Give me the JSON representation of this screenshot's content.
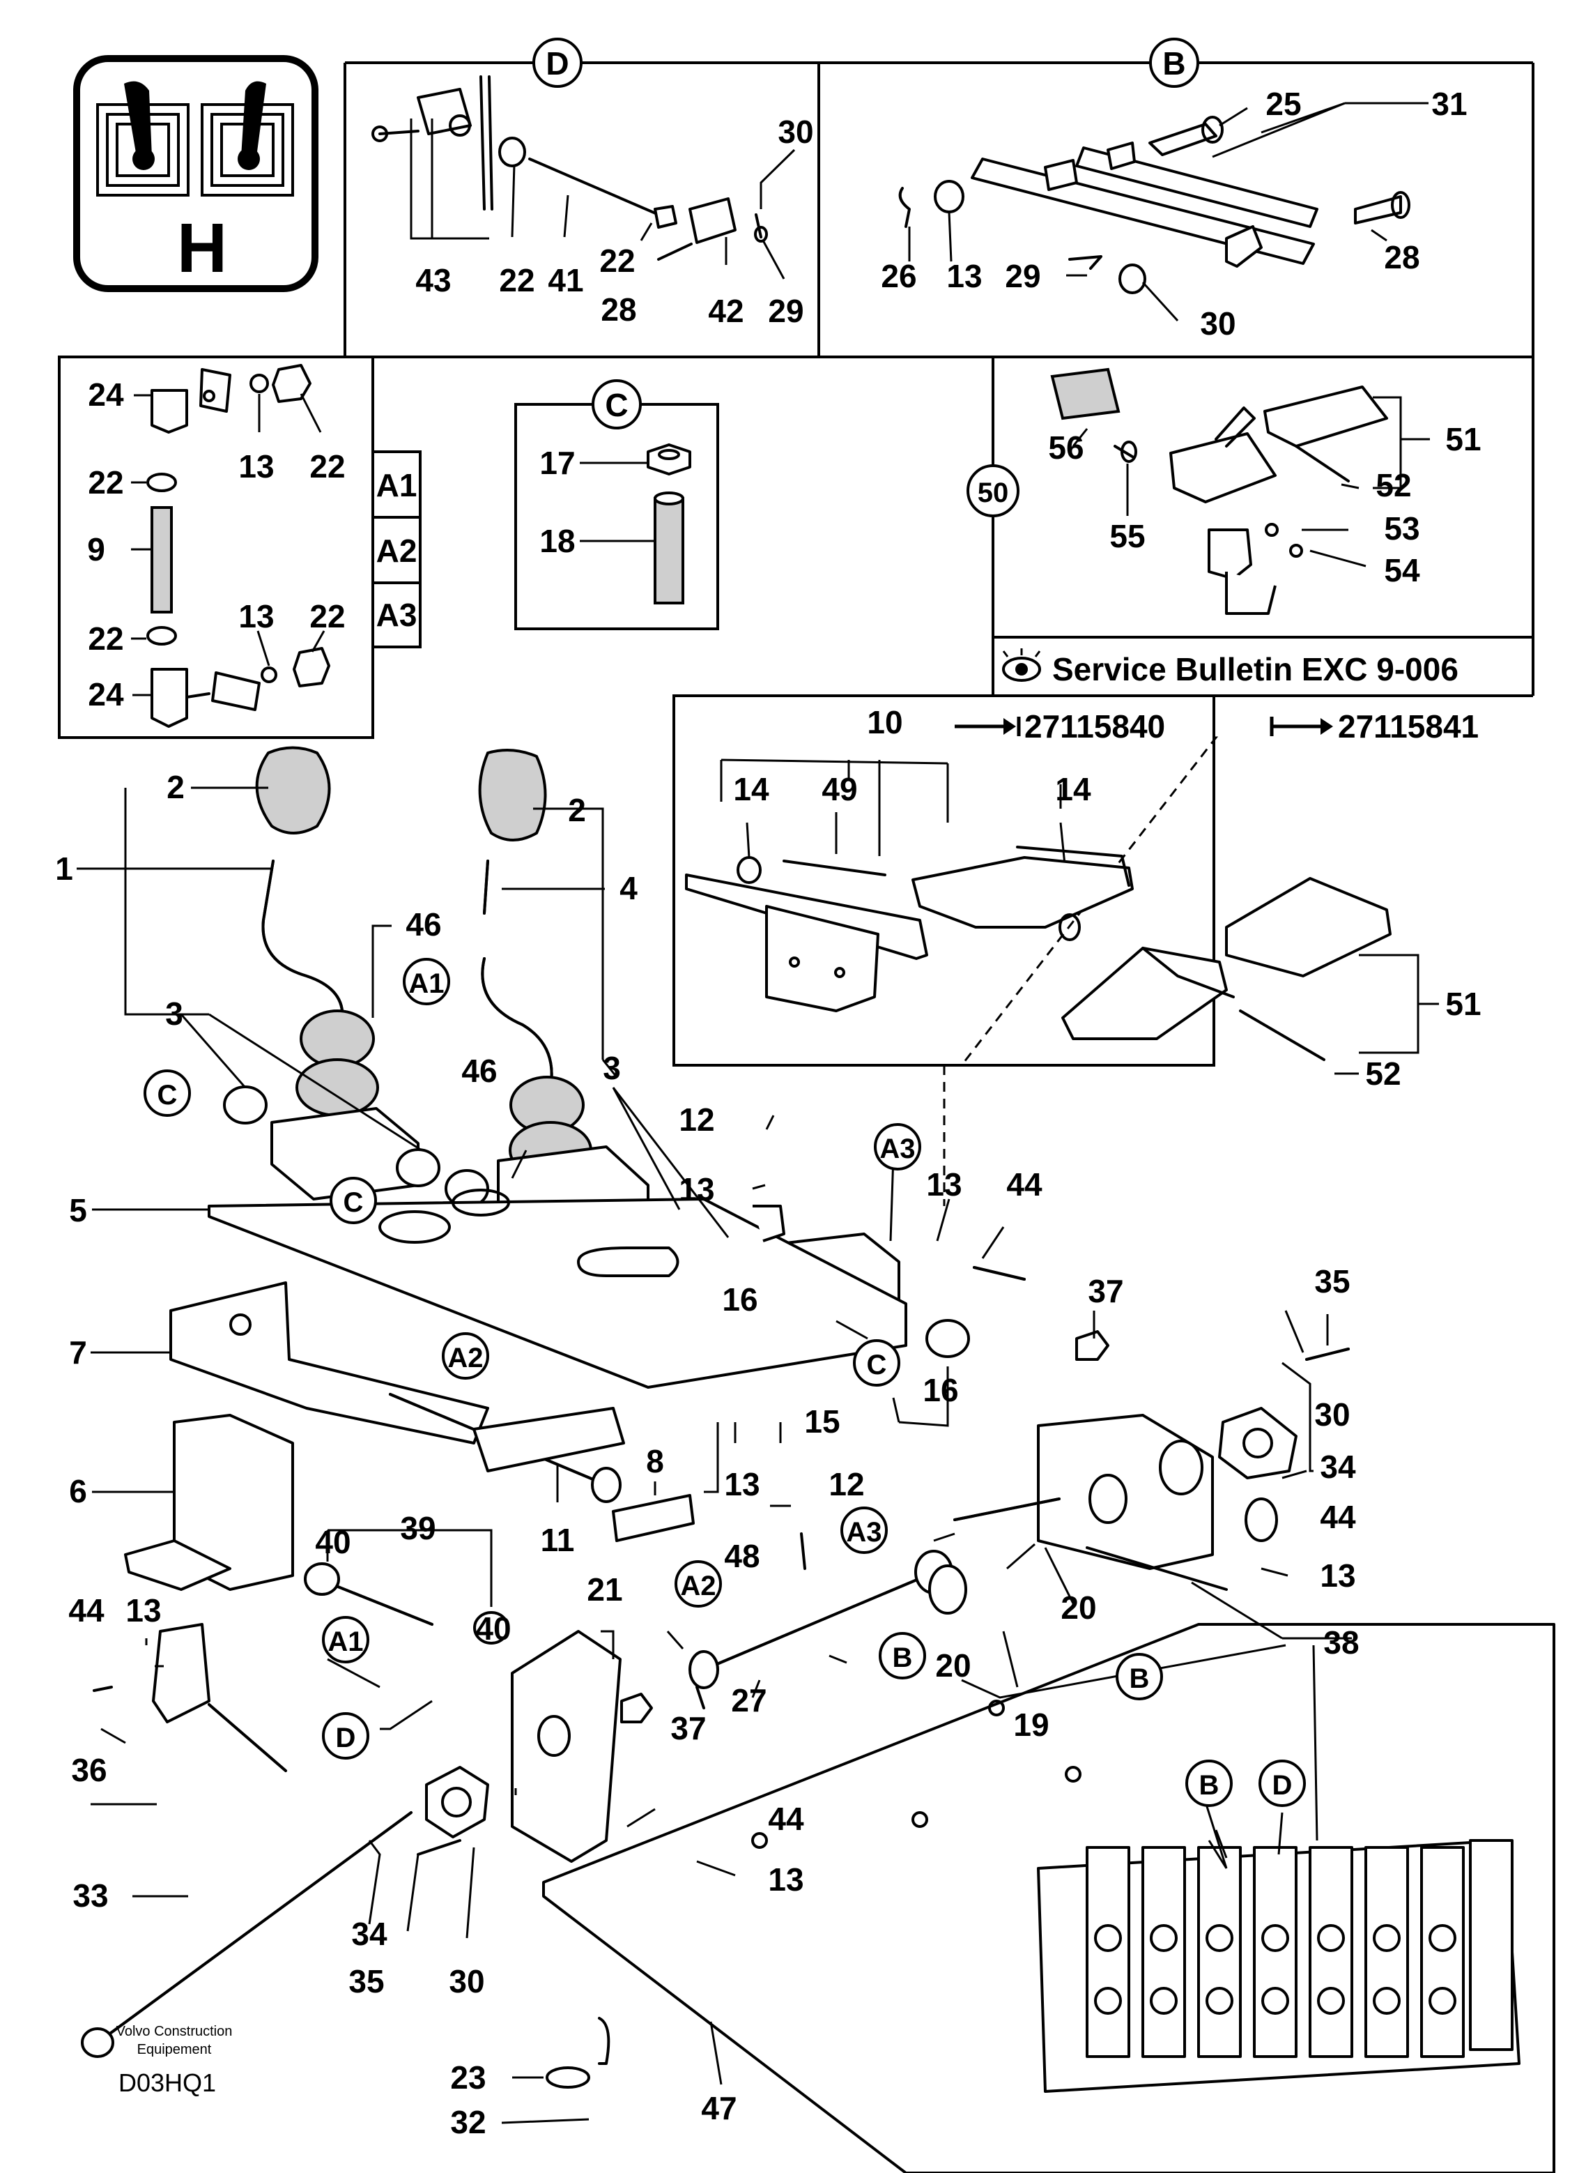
{
  "doc": {
    "code": "D03HQ1",
    "publisher_line1": "Volvo Construction",
    "publisher_line2": "Equipement"
  },
  "badge": {
    "letter": "H",
    "icon": "joystick-pair-icon"
  },
  "bulletin": {
    "icon": "eye-icon",
    "text": "Service Bulletin EXC 9-006"
  },
  "serials": {
    "upto": "27115840",
    "from": "27115841"
  },
  "callouts": {
    "A1": "A1",
    "A2": "A2",
    "A3": "A3",
    "B": "B",
    "C": "C",
    "D": "D"
  },
  "parts": {
    "p1": "1",
    "p2": "2",
    "p3": "3",
    "p4": "4",
    "p5": "5",
    "p6": "6",
    "p7": "7",
    "p8": "8",
    "p9": "9",
    "p10": "10",
    "p11": "11",
    "p12": "12",
    "p13": "13",
    "p14": "14",
    "p15": "15",
    "p16": "16",
    "p17": "17",
    "p18": "18",
    "p19": "19",
    "p20": "20",
    "p21": "21",
    "p22": "22",
    "p23": "23",
    "p24": "24",
    "p25": "25",
    "p26": "26",
    "p27": "27",
    "p28": "28",
    "p29": "29",
    "p30": "30",
    "p31": "31",
    "p32": "32",
    "p33": "33",
    "p34": "34",
    "p35": "35",
    "p36": "36",
    "p37": "37",
    "p38": "38",
    "p39": "39",
    "p40": "40",
    "p41": "41",
    "p42": "42",
    "p43": "43",
    "p44": "44",
    "p46": "46",
    "p47": "47",
    "p48": "48",
    "p49": "49",
    "p50": "50",
    "p51": "51",
    "p52": "52",
    "p53": "53",
    "p54": "54",
    "p55": "55",
    "p56": "56"
  }
}
